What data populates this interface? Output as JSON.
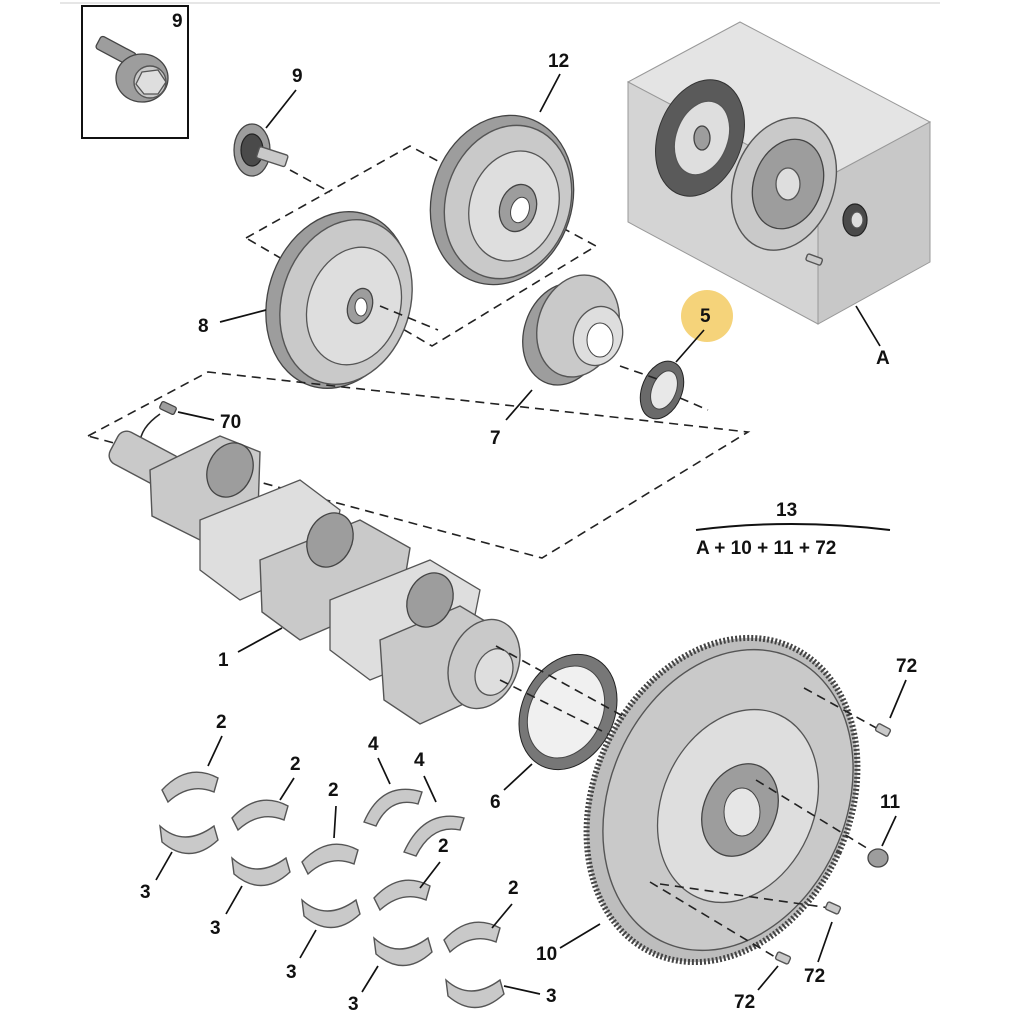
{
  "diagram": {
    "labels": {
      "p9_box": "9",
      "p9": "9",
      "p12": "12",
      "p8": "8",
      "p5": "5",
      "p7": "7",
      "pA": "A",
      "p70": "70",
      "p13": "13",
      "formula": "A + 10 + 11 + 72",
      "p1": "1",
      "p6": "6",
      "p10": "10",
      "p11": "11",
      "p72_top": "72",
      "p72_mid": "72",
      "p72_bot": "72",
      "p2_a": "2",
      "p2_b": "2",
      "p2_c": "2",
      "p2_d": "2",
      "p2_e": "2",
      "p3_a": "3",
      "p3_b": "3",
      "p3_c": "3",
      "p3_d": "3",
      "p3_e": "3",
      "p4_a": "4",
      "p4_b": "4"
    },
    "colors": {
      "highlight": "#f5d37a",
      "metal": "#c9c9c9",
      "clutch_box": "#d4d4d4"
    }
  }
}
